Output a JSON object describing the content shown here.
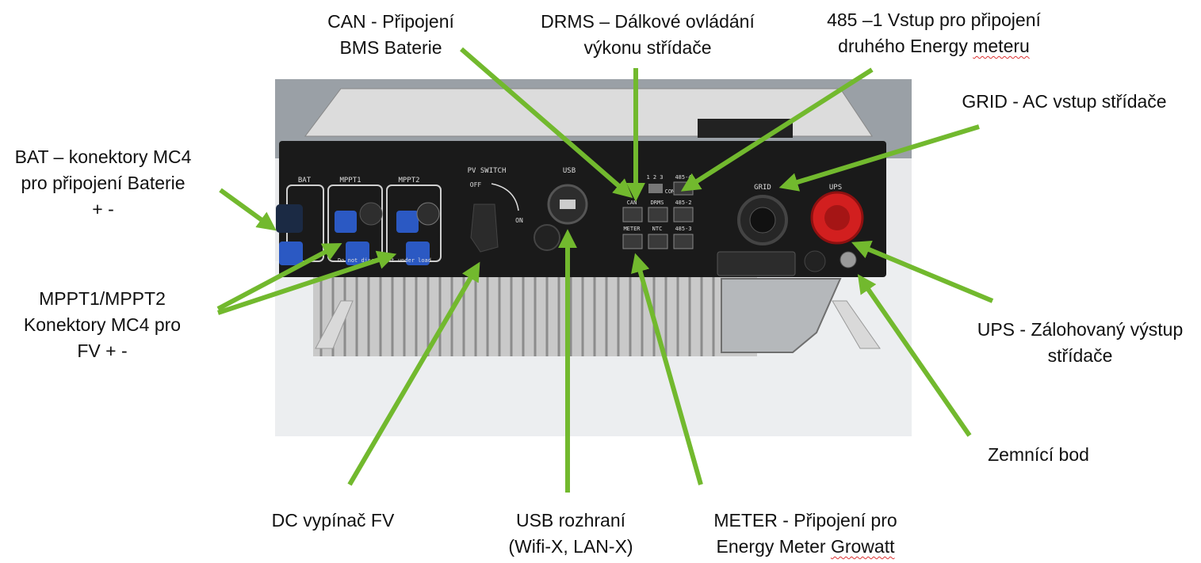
{
  "labels": {
    "can": {
      "lines": [
        "CAN - Připojení",
        "BMS Baterie"
      ]
    },
    "drms": {
      "lines": [
        "DRMS – Dálkové ovládání",
        "výkonu střídače"
      ]
    },
    "rs485": {
      "lines": [
        "485 –1  Vstup pro připojení",
        "druhého Energy ",
        "meteru"
      ]
    },
    "grid": {
      "lines": [
        "GRID - AC vstup střídače"
      ]
    },
    "bat": {
      "lines": [
        "BAT – konektory MC4",
        "pro připojení Baterie",
        "+ -"
      ]
    },
    "mppt": {
      "lines": [
        "MPPT1/MPPT2",
        "Konektory MC4 pro",
        "FV + -"
      ]
    },
    "ups": {
      "lines": [
        "UPS - Zálohovaný výstup",
        "střídače"
      ]
    },
    "ground": {
      "lines": [
        "Zemnící bod"
      ]
    },
    "dc_switch": {
      "lines": [
        "DC vypínač FV"
      ]
    },
    "usb": {
      "lines": [
        "USB rozhraní",
        "(Wifi-X, LAN-X)"
      ]
    },
    "meter": {
      "lines": [
        "METER - Připojení pro",
        "Energy Meter ",
        "Growatt"
      ]
    }
  },
  "panel_text": {
    "bat": "BAT",
    "mppt1": "MPPT1",
    "mppt2": "MPPT2",
    "pv_switch": "PV SWITCH",
    "off": "OFF",
    "on": "ON",
    "usb": "USB",
    "num123": "1 2 3",
    "com": "COM",
    "r485_4": "485-4",
    "can": "CAN",
    "drms": "DRMS",
    "r485_2": "485-2",
    "meter": "METER",
    "ntc": "NTC",
    "r485_3": "485-3",
    "grid": "GRID",
    "ups": "UPS",
    "warning": "Do not disconnect under load"
  },
  "colors": {
    "arrow": "#72b92e",
    "panel": "#1a1a1a",
    "heatsink": "#c9c9c9",
    "mc4_blue": "#2b59c3",
    "ups_red": "#d21f1f"
  }
}
